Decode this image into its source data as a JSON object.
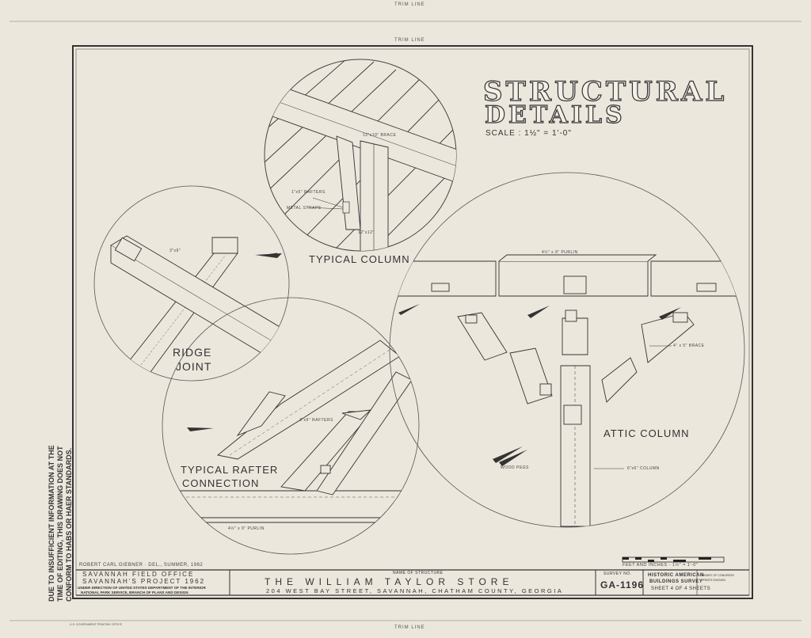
{
  "trim_line": "TRIM LINE",
  "title": {
    "line1": "STRUCTURAL",
    "line2": "DETAILS",
    "scale": "SCALE : 1½\" = 1'-0\""
  },
  "details": {
    "typical_column": {
      "caption": "TYPICAL COLUMN",
      "labels": {
        "brace": "12\"x10\" BRACE",
        "rafters": "1\"x5\" RAFTERS",
        "metal_straps": "METAL STRAPS",
        "column": "12\"x12\""
      }
    },
    "ridge_joint": {
      "caption_line1": "RIDGE",
      "caption_line2": "JOINT",
      "labels": {
        "size": "3\"x9\""
      }
    },
    "rafter_connection": {
      "caption_line1": "TYPICAL RAFTER",
      "caption_line2": "CONNECTION",
      "labels": {
        "rafters": "3\"x9\" RAFTERS",
        "purlin": "4½\" x 9\" PURLIN"
      }
    },
    "attic_column": {
      "caption": "ATTIC COLUMN",
      "labels": {
        "purlin": "4½\" x 9\" PURLIN",
        "brace": "4\" x 5\" BRACE",
        "pegs": "WOOD PEGS",
        "column": "6\"x6\" COLUMN"
      }
    }
  },
  "side_note": {
    "line1": "DUE TO INSUFFICIENT INFORMATION AT THE",
    "line2": "TIME OF EDITING, THIS DRAWING DOES NOT",
    "line3": "CONFORM TO HABS OR HAER STANDARDS."
  },
  "delineator": "ROBERT CARL GIEBNER · DEL., SUMMER, 1962",
  "scale_bar": {
    "label": "FEET AND INCHES - 1½\" = 1'-0\""
  },
  "title_block": {
    "office_line1": "SAVANNAH FIELD OFFICE",
    "office_line2": "SAVANNAH'S PROJECT 1962",
    "direction_line1": "UNDER DIRECTION OF UNITED STATES DEPARTMENT OF THE INTERIOR",
    "direction_line2": "NATIONAL PARK SERVICE, BRANCH OF PLANS AND DESIGN",
    "name_label": "NAME OF STRUCTURE",
    "structure_name": "THE WILLIAM TAYLOR STORE",
    "address": "204 WEST BAY STREET, SAVANNAH, CHATHAM COUNTY, GEORGIA",
    "survey_label": "SURVEY NO.",
    "survey_no": "GA-1196",
    "habs_line1": "HISTORIC AMERICAN",
    "habs_line2": "BUILDINGS SURVEY",
    "sheet": "SHEET 4 OF 4 SHEETS",
    "library_line1": "LIBRARY OF CONGRESS",
    "library_line2": "PRINTS DIVISION"
  },
  "footer_left": "U.S. GOVERNMENT PRINTING OFFICE"
}
